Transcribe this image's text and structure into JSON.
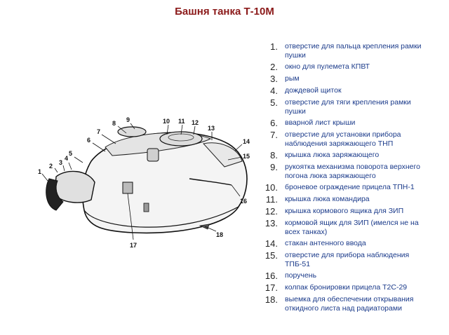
{
  "title": "Башня танка Т-10М",
  "callouts": [
    "1",
    "2",
    "3",
    "4",
    "5",
    "6",
    "7",
    "8",
    "9",
    "10",
    "11",
    "12",
    "13",
    "14",
    "15",
    "16",
    "17",
    "18"
  ],
  "legend": [
    {
      "num": "1.",
      "text": "отверстие для пальца крепления рамки пушки"
    },
    {
      "num": "2.",
      "text": "окно для пулемета КПВТ"
    },
    {
      "num": "3.",
      "text": "рым"
    },
    {
      "num": "4.",
      "text": "дождевой щиток"
    },
    {
      "num": "5.",
      "text": "отверстие для тяги крепления рамки пушки"
    },
    {
      "num": "6.",
      "text": "вварной лист крыши"
    },
    {
      "num": "7.",
      "text": "отверстие для установки прибора наблюдения заряжающего ТНП"
    },
    {
      "num": "8.",
      "text": "крышка люка заряжающего"
    },
    {
      "num": "9.",
      "text": "рукоятка механизма поворота верхнего погона люка заряжающего"
    },
    {
      "num": "10.",
      "text": "броневое ограждение прицела ТПН-1"
    },
    {
      "num": "11.",
      "text": "крышка люка командира"
    },
    {
      "num": "12.",
      "text": "крышка кормового ящика для ЗИП"
    },
    {
      "num": "13.",
      "text": "кормовой ящик для ЗИП (имелся не на всех танках)"
    },
    {
      "num": "14.",
      "text": "стакан антенного ввода"
    },
    {
      "num": "15.",
      "text": "отверстие для прибора наблюдения ТПБ-51"
    },
    {
      "num": "16.",
      "text": "поручень"
    },
    {
      "num": "17.",
      "text": "колпак бронировки прицела Т2С-29"
    },
    {
      "num": "18.",
      "text": "выемка для обеспечении открывания откидного листа над радиаторами"
    }
  ]
}
